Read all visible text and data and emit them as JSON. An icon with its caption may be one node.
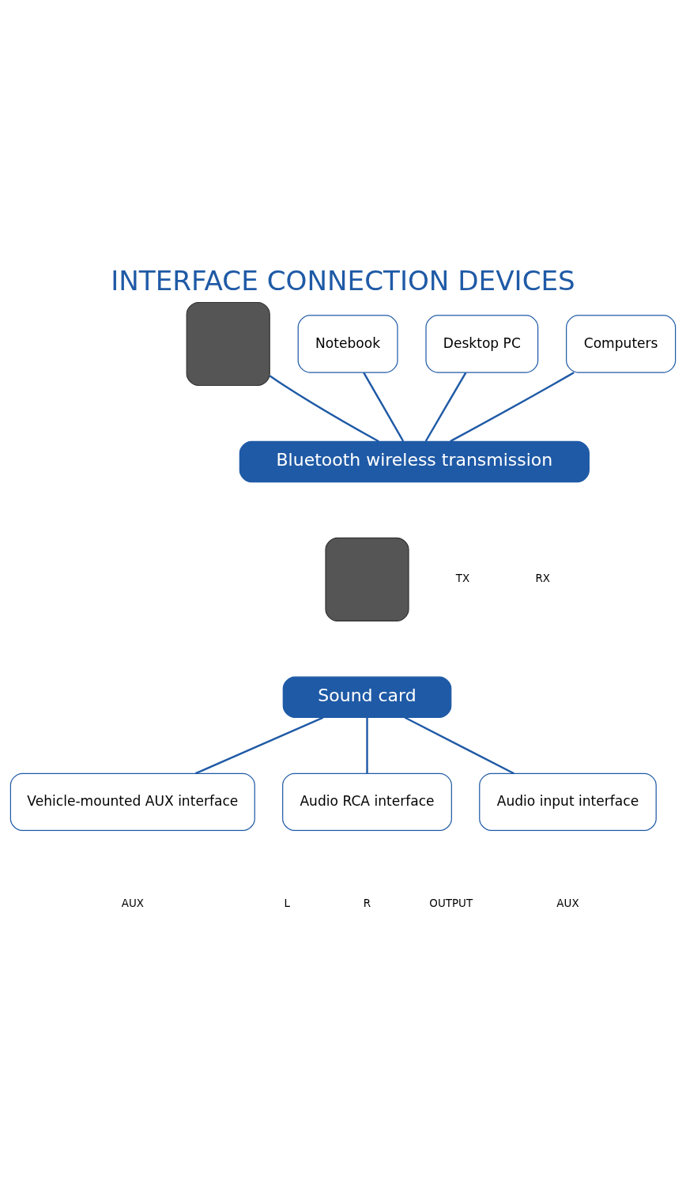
{
  "diagram": {
    "title": "INTERFACE CONNECTION DEVICES",
    "nodes": [
      {
        "text": [],
        "shape": "box"
      },
      {
        "text": [
          "Notebook"
        ]
      },
      {
        "text": [
          "Desktop PC"
        ]
      },
      {
        "text": [
          "Computers"
        ]
      },
      {
        "text": [
          "Bluetooth wireless transmission"
        ]
      },
      {
        "text": [],
        "shape": "box"
      },
      {
        "text": [
          "Sound card"
        ]
      },
      {
        "text": [
          "Vehicle-mounted AUX interface"
        ]
      },
      {
        "text": [
          "Audio RCA interface"
        ]
      },
      {
        "text": [
          "Audio input interface"
        ]
      }
    ],
    "edges": [
      {
        "from": 0,
        "to": 4,
        "arrow": "none"
      },
      {
        "from": 1,
        "to": 4,
        "arrow": "none"
      },
      {
        "from": 2,
        "to": 4,
        "arrow": "none"
      },
      {
        "from": 3,
        "to": 4,
        "arrow": "none"
      },
      {
        "from": 6,
        "to": 7,
        "arrow": "none"
      },
      {
        "from": 6,
        "to": 8,
        "arrow": "none"
      },
      {
        "from": 6,
        "to": 9,
        "arrow": "none"
      }
    ],
    "labels": [
      "TX",
      "RX",
      "AUX",
      "L",
      "R",
      "OUTPUT",
      "AUX"
    ]
  }
}
